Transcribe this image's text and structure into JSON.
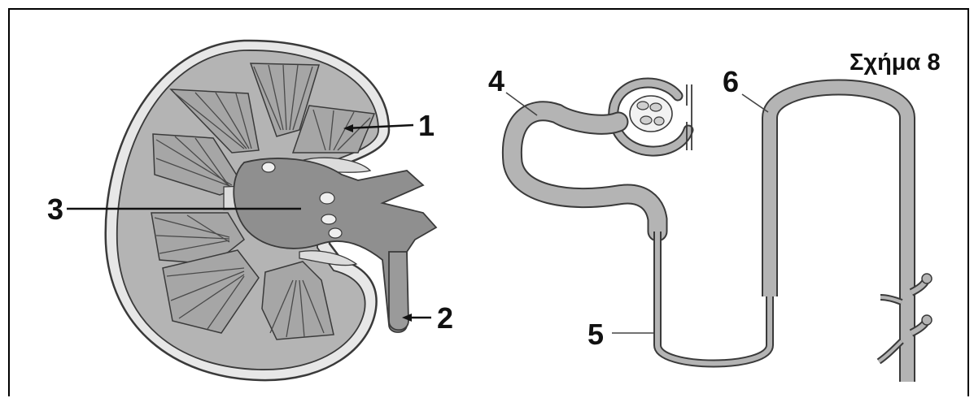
{
  "figure": {
    "caption": "Σχήμα 8",
    "labels": {
      "kidney_pyramid": "1",
      "ureter": "2",
      "renal_pelvis": "3",
      "proximal_tubule": "4",
      "loop_descending_limb": "5",
      "loop_ascending_limb": "6"
    }
  },
  "colors": {
    "tissue_fill": "#b4b4b4",
    "medulla_fill": "#a6a6a6",
    "pelvis_fill": "#8f8f8f",
    "outline": "#3a3a3a",
    "capsule_fill": "#e7e7e7"
  }
}
